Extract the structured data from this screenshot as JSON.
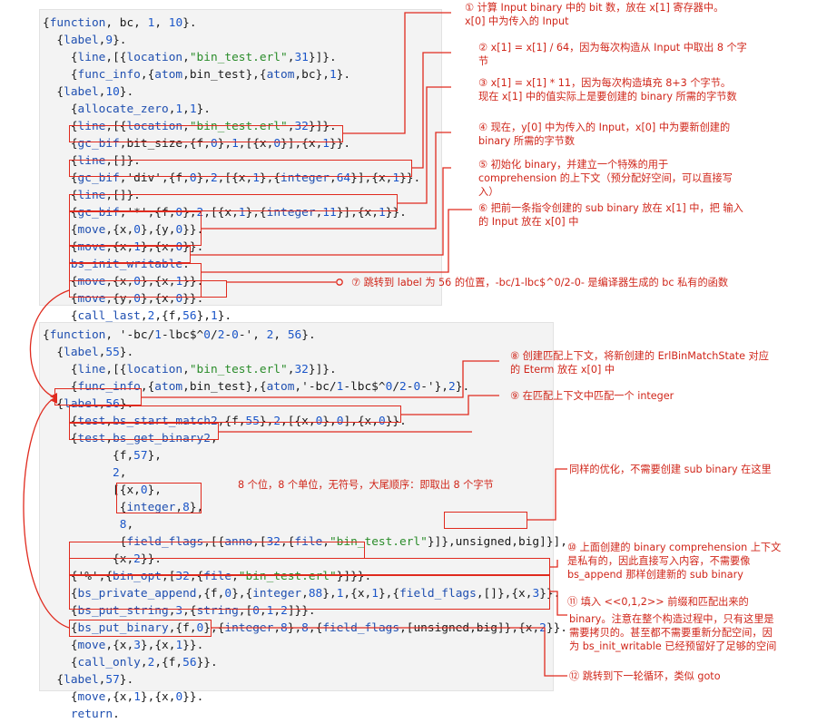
{
  "code1": [
    "{function, bc, 1, 10}.",
    "  {label,9}.",
    "    {line,[{location,\"bin_test.erl\",31}]}.",
    "    {func_info,{atom,bin_test},{atom,bc},1}.",
    "  {label,10}.",
    "    {allocate_zero,1,1}.",
    "    {line,[{location,\"bin_test.erl\",32}]}.",
    "    {gc_bif,bit_size,{f,0},1,[{x,0}],{x,1}}.",
    "    {line,[]}.",
    "    {gc_bif,'div',{f,0},2,[{x,1},{integer,64}],{x,1}}.",
    "    {line,[]}.",
    "    {gc_bif,'*',{f,0},2,[{x,1},{integer,11}],{x,1}}.",
    "    {move,{x,0},{y,0}}.",
    "    {move,{x,1},{x,0}}.",
    "    bs_init_writable.",
    "    {move,{x,0},{x,1}}.",
    "    {move,{y,0},{x,0}}.",
    "    {call_last,2,{f,56},1}."
  ],
  "code2": [
    "{function, '-bc/1-lbc$^0/2-0-', 2, 56}.",
    "  {label,55}.",
    "    {line,[{location,\"bin_test.erl\",32}]}.",
    "    {func_info,{atom,bin_test},{atom,'-bc/1-lbc$^0/2-0-'},2}.",
    "  {label,56}.",
    "    {test,bs_start_match2,{f,55},2,[{x,0},0],{x,0}}.",
    "    {test,bs_get_binary2,",
    "          {f,57},",
    "          2,",
    "          [{x,0},",
    "           {integer,8},",
    "           8,",
    "           {field_flags,[{anno,[32,{file,\"bin_test.erl\"}]},unsigned,big]}],",
    "          {x,2}}.",
    "    {'%',{bin_opt,[32,{file,\"bin_test.erl\"}]}}.",
    "    {bs_private_append,{f,0},{integer,88},1,{x,1},{field_flags,[]},{x,3}}.",
    "    {bs_put_string,3,{string,[0,1,2]}}.",
    "    {bs_put_binary,{f,0},{integer,8},8,{field_flags,[unsigned,big]},{x,2}}.",
    "    {move,{x,3},{x,1}}.",
    "    {call_only,2,{f,56}}.",
    "  {label,57}.",
    "    {move,{x,1},{x,0}}.",
    "    return."
  ],
  "annotations": {
    "a1": "① 计算 Input binary 中的 bit 数，放在 x[1] 寄存器中。\nx[0] 中为传入的 Input",
    "a2": "② x[1] = x[1] / 64，因为每次构造从 Input 中取出 8 个字\n节",
    "a3": "③ x[1] = x[1] * 11，因为每次构造填充 8+3 个字节。\n现在 x[1] 中的值实际上是要创建的 binary 所需的字节数",
    "a4": "④ 现在，y[0] 中为传入的 Input，x[0] 中为要新创建的\nbinary 所需的字节数",
    "a5": "⑤ 初始化 binary，并建立一个特殊的用于\ncomprehension 的上下文（预分配好空间，可以直接写\n入）",
    "a6": "⑥ 把前一条指令创建的 sub binary 放在 x[1] 中，把 输入\n的 Input 放在 x[0] 中",
    "a7": "⑦ 跳转到 label 为 56 的位置，-bc/1-lbc$^0/2-0- 是编译器生成的 bc 私有的函数",
    "a8": "⑧ 创建匹配上下文，将新创建的 ErlBinMatchState 对应\n的 Eterm 放在 x[0] 中",
    "a9": "⑨ 在匹配上下文中匹配一个 integer",
    "a_mid": "8 个位，8 个单位，无符号，大尾顺序：即取出 8 个字节",
    "a_same": "同样的优化，不需要创建 sub binary 在这里",
    "a10": "⑩ 上面创建的 binary comprehension 上下文\n是私有的，因此直接写入内容，不需要像\nbs_append 那样创建新的 sub binary",
    "a11": "⑪ 填入 <<0,1,2>> 前缀和匹配出来的",
    "a11b": "binary。注意在整个构造过程中，只有这里是\n需要拷贝的。甚至都不需要重新分配空间，因\n为 bs_init_writable 已经预留好了足够的空间",
    "a12": "⑫ 跳转到下一轮循环，类似 goto"
  },
  "colors": {
    "annotation": "#d0261a",
    "box": "#e02a1e",
    "keyword": "#1f4fb0",
    "string": "#2a8c2a",
    "panel": "#f3f3f3"
  }
}
